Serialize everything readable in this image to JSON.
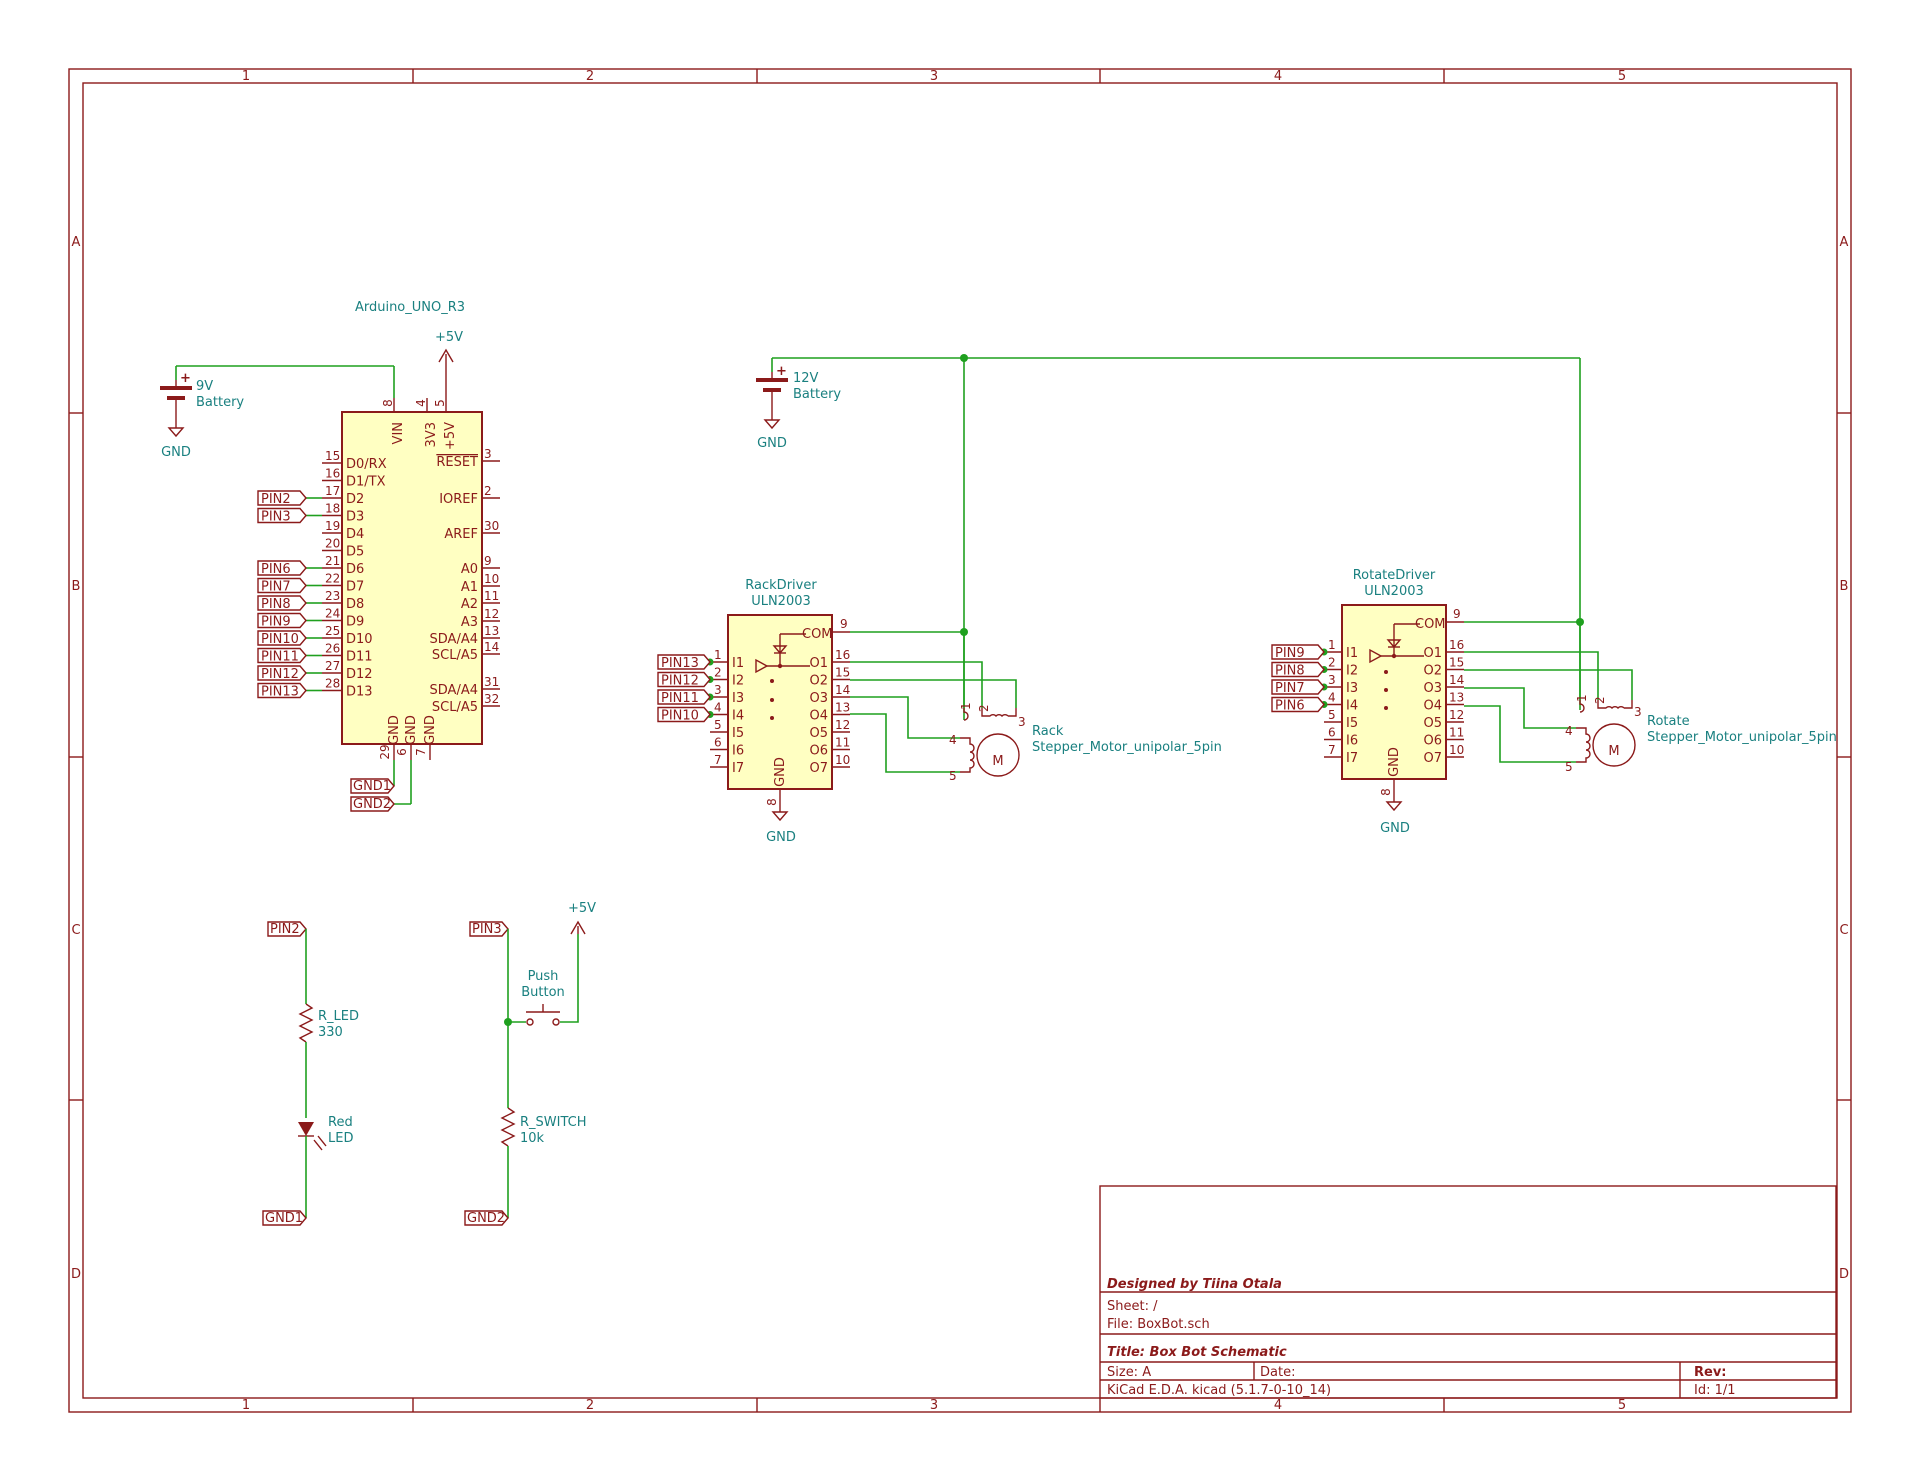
{
  "frame": {
    "columns": [
      "1",
      "2",
      "3",
      "4",
      "5"
    ],
    "rows": [
      "A",
      "B",
      "C",
      "D"
    ]
  },
  "arduino": {
    "name": "Arduino_UNO_R3",
    "supply_label": "+5V",
    "left_pins": [
      {
        "num": "15",
        "name": "D0/RX"
      },
      {
        "num": "16",
        "name": "D1/TX"
      },
      {
        "num": "17",
        "name": "D2"
      },
      {
        "num": "18",
        "name": "D3"
      },
      {
        "num": "19",
        "name": "D4"
      },
      {
        "num": "20",
        "name": "D5"
      },
      {
        "num": "21",
        "name": "D6"
      },
      {
        "num": "22",
        "name": "D7"
      },
      {
        "num": "23",
        "name": "D8"
      },
      {
        "num": "24",
        "name": "D9"
      },
      {
        "num": "25",
        "name": "D10"
      },
      {
        "num": "26",
        "name": "D11"
      },
      {
        "num": "27",
        "name": "D12"
      },
      {
        "num": "28",
        "name": "D13"
      }
    ],
    "right_pins": [
      {
        "num": "3",
        "name": "RESET"
      },
      {
        "num": "2",
        "name": "IOREF"
      },
      {
        "num": "30",
        "name": "AREF"
      },
      {
        "num": "9",
        "name": "A0"
      },
      {
        "num": "10",
        "name": "A1"
      },
      {
        "num": "11",
        "name": "A2"
      },
      {
        "num": "12",
        "name": "A3"
      },
      {
        "num": "13",
        "name": "SDA/A4"
      },
      {
        "num": "14",
        "name": "SCL/A5"
      },
      {
        "num": "31",
        "name": "SDA/A4"
      },
      {
        "num": "32",
        "name": "SCL/A5"
      }
    ],
    "top_pins": [
      {
        "num": "8",
        "name": "VIN"
      },
      {
        "num": "4",
        "name": "3V3"
      },
      {
        "num": "5",
        "name": "+5V"
      }
    ],
    "bottom_pins": [
      {
        "num": "29",
        "name": "GND"
      },
      {
        "num": "6",
        "name": "GND"
      },
      {
        "num": "7",
        "name": "GND"
      }
    ],
    "net_labels": [
      {
        "pin": "D2",
        "label": "PIN2"
      },
      {
        "pin": "D3",
        "label": "PIN3"
      },
      {
        "pin": "D6",
        "label": "PIN6"
      },
      {
        "pin": "D7",
        "label": "PIN7"
      },
      {
        "pin": "D8",
        "label": "PIN8"
      },
      {
        "pin": "D9",
        "label": "PIN9"
      },
      {
        "pin": "D10",
        "label": "PIN10"
      },
      {
        "pin": "D11",
        "label": "PIN11"
      },
      {
        "pin": "D12",
        "label": "PIN12"
      },
      {
        "pin": "D13",
        "label": "PIN13"
      }
    ],
    "gnd_labels": [
      "GND1",
      "GND2"
    ]
  },
  "battery9": {
    "value": "9V",
    "name": "Battery",
    "gnd": "GND"
  },
  "battery12": {
    "value": "12V",
    "name": "Battery",
    "gnd": "GND"
  },
  "rack_driver": {
    "ref": "RackDriver",
    "part": "ULN2003",
    "com": "COM",
    "com_pin": "9",
    "gnd_pin": "8",
    "gnd_name": "GND",
    "gnd_label": "GND",
    "inputs": [
      {
        "num": "1",
        "name": "I1"
      },
      {
        "num": "2",
        "name": "I2"
      },
      {
        "num": "3",
        "name": "I3"
      },
      {
        "num": "4",
        "name": "I4"
      },
      {
        "num": "5",
        "name": "I5"
      },
      {
        "num": "6",
        "name": "I6"
      },
      {
        "num": "7",
        "name": "I7"
      }
    ],
    "outputs": [
      {
        "num": "16",
        "name": "O1"
      },
      {
        "num": "15",
        "name": "O2"
      },
      {
        "num": "14",
        "name": "O3"
      },
      {
        "num": "13",
        "name": "O4"
      },
      {
        "num": "12",
        "name": "O5"
      },
      {
        "num": "11",
        "name": "O6"
      },
      {
        "num": "10",
        "name": "O7"
      }
    ],
    "net_labels": [
      "PIN13",
      "PIN12",
      "PIN11",
      "PIN10"
    ]
  },
  "rotate_driver": {
    "ref": "RotateDriver",
    "part": "ULN2003",
    "com": "COM",
    "com_pin": "9",
    "gnd_pin": "8",
    "gnd_name": "GND",
    "gnd_label": "GND",
    "inputs": [
      {
        "num": "1",
        "name": "I1"
      },
      {
        "num": "2",
        "name": "I2"
      },
      {
        "num": "3",
        "name": "I3"
      },
      {
        "num": "4",
        "name": "I4"
      },
      {
        "num": "5",
        "name": "I5"
      },
      {
        "num": "6",
        "name": "I6"
      },
      {
        "num": "7",
        "name": "I7"
      }
    ],
    "outputs": [
      {
        "num": "16",
        "name": "O1"
      },
      {
        "num": "15",
        "name": "O2"
      },
      {
        "num": "14",
        "name": "O3"
      },
      {
        "num": "13",
        "name": "O4"
      },
      {
        "num": "12",
        "name": "O5"
      },
      {
        "num": "11",
        "name": "O6"
      },
      {
        "num": "10",
        "name": "O7"
      }
    ],
    "net_labels": [
      "PIN9",
      "PIN8",
      "PIN7",
      "PIN6"
    ]
  },
  "rack_motor": {
    "ref": "Rack",
    "part": "Stepper_Motor_unipolar_5pin",
    "pins": [
      "1",
      "2",
      "3",
      "4",
      "5"
    ],
    "glyph": "M"
  },
  "rotate_motor": {
    "ref": "Rotate",
    "part": "Stepper_Motor_unipolar_5pin",
    "pins": [
      "1",
      "2",
      "3",
      "4",
      "5"
    ],
    "glyph": "M"
  },
  "led_circuit": {
    "input_label": "PIN2",
    "resistor_ref": "R_LED",
    "resistor_value": "330",
    "led_ref": "Red",
    "led_value": "LED",
    "gnd_label": "GND1"
  },
  "switch_circuit": {
    "input_label": "PIN3",
    "supply_label": "+5V",
    "button_ref": "Push",
    "button_value": "Button",
    "resistor_ref": "R_SWITCH",
    "resistor_value": "10k",
    "gnd_label": "GND2"
  },
  "title_block": {
    "designer": "Designed by Tiina Otala",
    "sheet": "Sheet: /",
    "file": "File: BoxBot.sch",
    "title": "Title: Box Bot Schematic",
    "size": "Size: A",
    "date": "Date:",
    "rev": "Rev:",
    "tool": "KiCad E.D.A.  kicad (5.1.7-0-10_14)",
    "id": "Id: 1/1"
  },
  "colors": {
    "frame": "#8b1a1a",
    "wire": "#1fa01f",
    "component_fill": "#ffffc2",
    "reference_text": "#1a8080"
  }
}
